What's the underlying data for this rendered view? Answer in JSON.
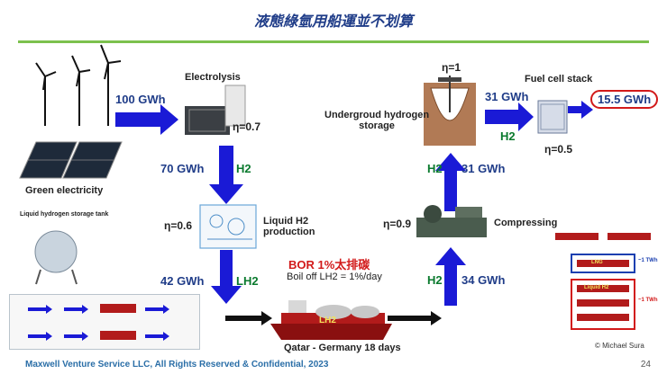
{
  "title": "液態綠氫用船運並不划算",
  "labels": {
    "electrolysis": "Electrolysis",
    "green_electricity": "Green electricity",
    "liquid_h2_production": "Liquid H2\nproduction",
    "underground_storage": "Undergroud hydrogen\nstorage",
    "fuel_cell_stack": "Fuel cell stack",
    "compressing": "Compressing",
    "qatar_germany": "Qatar - Germany 18 days",
    "lh2_ship": "LH2",
    "bor_note": "BOR 1%太排碳",
    "boil_off": "Boil off LH2 = 1%/day",
    "storage_tank": "Liquid hydrogen storage tank",
    "credit": "© Michael Sura"
  },
  "flows": {
    "in_gwh": "100 GWh",
    "h2_70": "70 GWh",
    "h2": "H2",
    "lh2_42": "42 GWh",
    "lh2": "LH2",
    "lh2_34": "34 GWh",
    "h2_31a": "31 GWh",
    "h2_31b": "31 GWh",
    "out_gwh": "15.5 GWh"
  },
  "efficiencies": {
    "electrolysis": "η=0.7",
    "liquefaction": "η=0.6",
    "compressing": "η=0.9",
    "storage": "η=1",
    "fuel_cell": "η=0.5"
  },
  "right_panel": {
    "lng": "LNG",
    "liquid_h2": "Liquid H2",
    "twh_a": "~1 TWh",
    "twh_b": "~1 TWh"
  },
  "footer": "Maxwell Venture Service LLC, All Rights Reserved & Confidential, 2023",
  "page_number": "24",
  "colors": {
    "arrow": "#1a1ad6",
    "title": "#1f3c88",
    "accent_green": "#7cc14e",
    "highlight": "#d21a1a"
  }
}
